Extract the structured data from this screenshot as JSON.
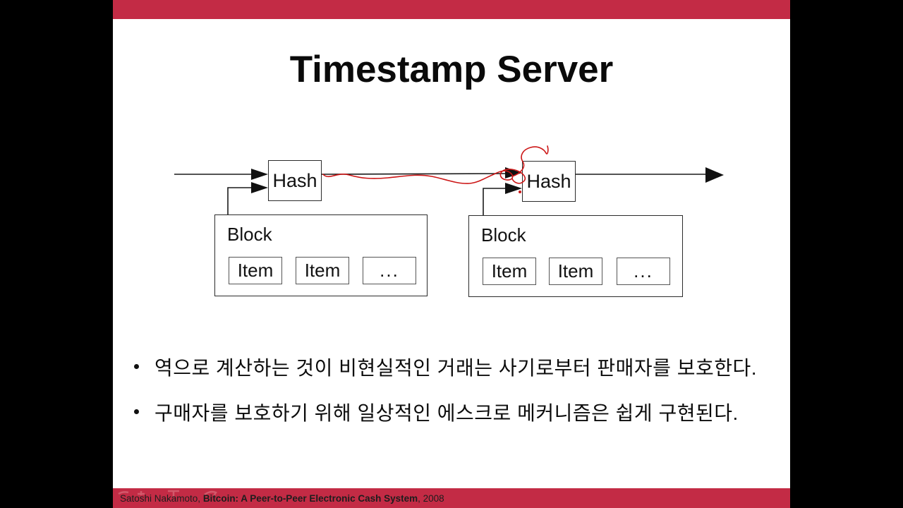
{
  "slide": {
    "title": "Timestamp Server",
    "bullets": [
      "역으로 계산하는 것이 비현실적인 거래는 사기로부터 판매자를 보호한다.",
      "구매자를 보호하기 위해 일상적인 에스크로 메커니즘은 쉽게 구현된다."
    ],
    "footer": {
      "author": "Satoshi Nakamoto, ",
      "work": "Bitcoin: A Peer-to-Peer Electronic Cash System",
      "year": ", 2008"
    },
    "colors": {
      "accent_bar": "#c32b45",
      "annotation_pen": "#cc1616",
      "diagram_line": "#1a1a1a",
      "letterbox": "#000000",
      "slide_background": "#ffffff"
    }
  },
  "diagram": {
    "hash_label": "Hash",
    "block_label": "Block",
    "item_label": "Item",
    "ellipsis_label": "..."
  }
}
